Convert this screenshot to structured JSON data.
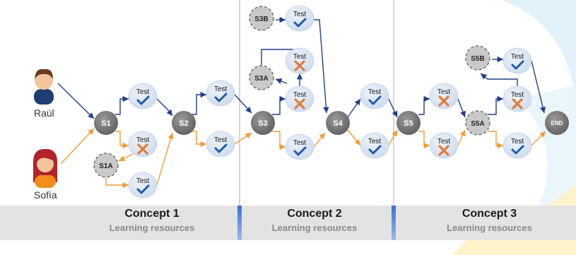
{
  "people": [
    {
      "name": "Raúl",
      "hair": "#6b3a1f",
      "shirt": "#1f3d73"
    },
    {
      "name": "Sofía",
      "hair": "#b2232b",
      "shirt": "#f28c1a"
    }
  ],
  "concepts": [
    {
      "title": "Concept 1",
      "subtitle": "Learning resources"
    },
    {
      "title": "Concept 2",
      "subtitle": "Learning resources"
    },
    {
      "title": "Concept 3",
      "subtitle": "Learning resources"
    }
  ],
  "nodes": {
    "steps": [
      "S1",
      "S2",
      "S3",
      "S4",
      "S5"
    ],
    "remedial": [
      "S1A",
      "S3A",
      "S3B",
      "S5A",
      "S5B"
    ],
    "end": "END",
    "test_label": "Test"
  },
  "colors": {
    "step": "#7a7a7a",
    "remedial": "#c9c9c9",
    "test": "#dbe6f3",
    "pass": "#1f5aa6",
    "fail": "#e07b39",
    "arrow_blue": "#1f3d8a",
    "arrow_orange": "#f29b38",
    "band": "#e3e3e3"
  },
  "icons": {
    "pass": "checkmark-icon",
    "fail": "cross-icon"
  }
}
